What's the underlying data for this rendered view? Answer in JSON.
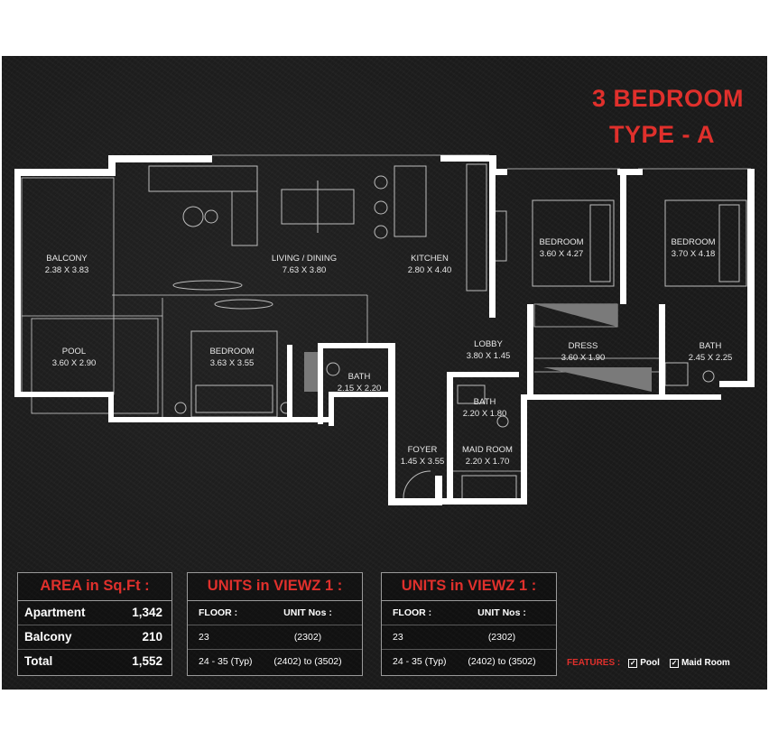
{
  "title": {
    "line1": "3 BEDROOM",
    "line2": "TYPE - A"
  },
  "rooms": [
    {
      "name": "BALCONY",
      "dims": "2.38 X 3.83"
    },
    {
      "name": "LIVING / DINING",
      "dims": "7.63 X 3.80"
    },
    {
      "name": "KITCHEN",
      "dims": "2.80 X 4.40"
    },
    {
      "name": "BEDROOM",
      "dims": "3.60 X 4.27"
    },
    {
      "name": "BEDROOM",
      "dims": "3.70 X 4.18"
    },
    {
      "name": "POOL",
      "dims": "3.60 X 2.90"
    },
    {
      "name": "BEDROOM",
      "dims": "3.63 X 3.55"
    },
    {
      "name": "BATH",
      "dims": "2.15 X 2.20"
    },
    {
      "name": "LOBBY",
      "dims": "3.80 X 1.45"
    },
    {
      "name": "DRESS",
      "dims": "3.60 X 1.90"
    },
    {
      "name": "BATH",
      "dims": "2.45 X 2.25"
    },
    {
      "name": "BATH",
      "dims": "2.20 X 1.80"
    },
    {
      "name": "FOYER",
      "dims": "1.45 X 3.55"
    },
    {
      "name": "MAID ROOM",
      "dims": "2.20 X 1.70"
    }
  ],
  "area_table": {
    "heading": "AREA in Sq.Ft :",
    "rows": [
      {
        "label": "Apartment",
        "value": "1,342"
      },
      {
        "label": "Balcony",
        "value": "210"
      },
      {
        "label": "Total",
        "value": "1,552"
      }
    ]
  },
  "units_tables": [
    {
      "heading": "UNITS in VIEWZ 1 :",
      "col_floor": "FLOOR :",
      "col_units": "UNIT Nos :",
      "rows": [
        {
          "floor": "23",
          "units": "(2302)"
        },
        {
          "floor": "24 - 35 (Typ)",
          "units": "(2402) to (3502)"
        }
      ]
    },
    {
      "heading": "UNITS in VIEWZ 1 :",
      "col_floor": "FLOOR :",
      "col_units": "UNIT Nos :",
      "rows": [
        {
          "floor": "23",
          "units": "(2302)"
        },
        {
          "floor": "24 - 35 (Typ)",
          "units": "(2402) to (3502)"
        }
      ]
    }
  ],
  "features": {
    "label": "FEATURES :",
    "items": [
      {
        "label": "Pool",
        "icon": "checkbox-checked-icon"
      },
      {
        "label": "Maid Room",
        "icon": "checkbox-checked-icon"
      }
    ]
  },
  "colors": {
    "accent": "#e0302c",
    "background": "#1a1a1a",
    "wall": "#ffffff"
  }
}
